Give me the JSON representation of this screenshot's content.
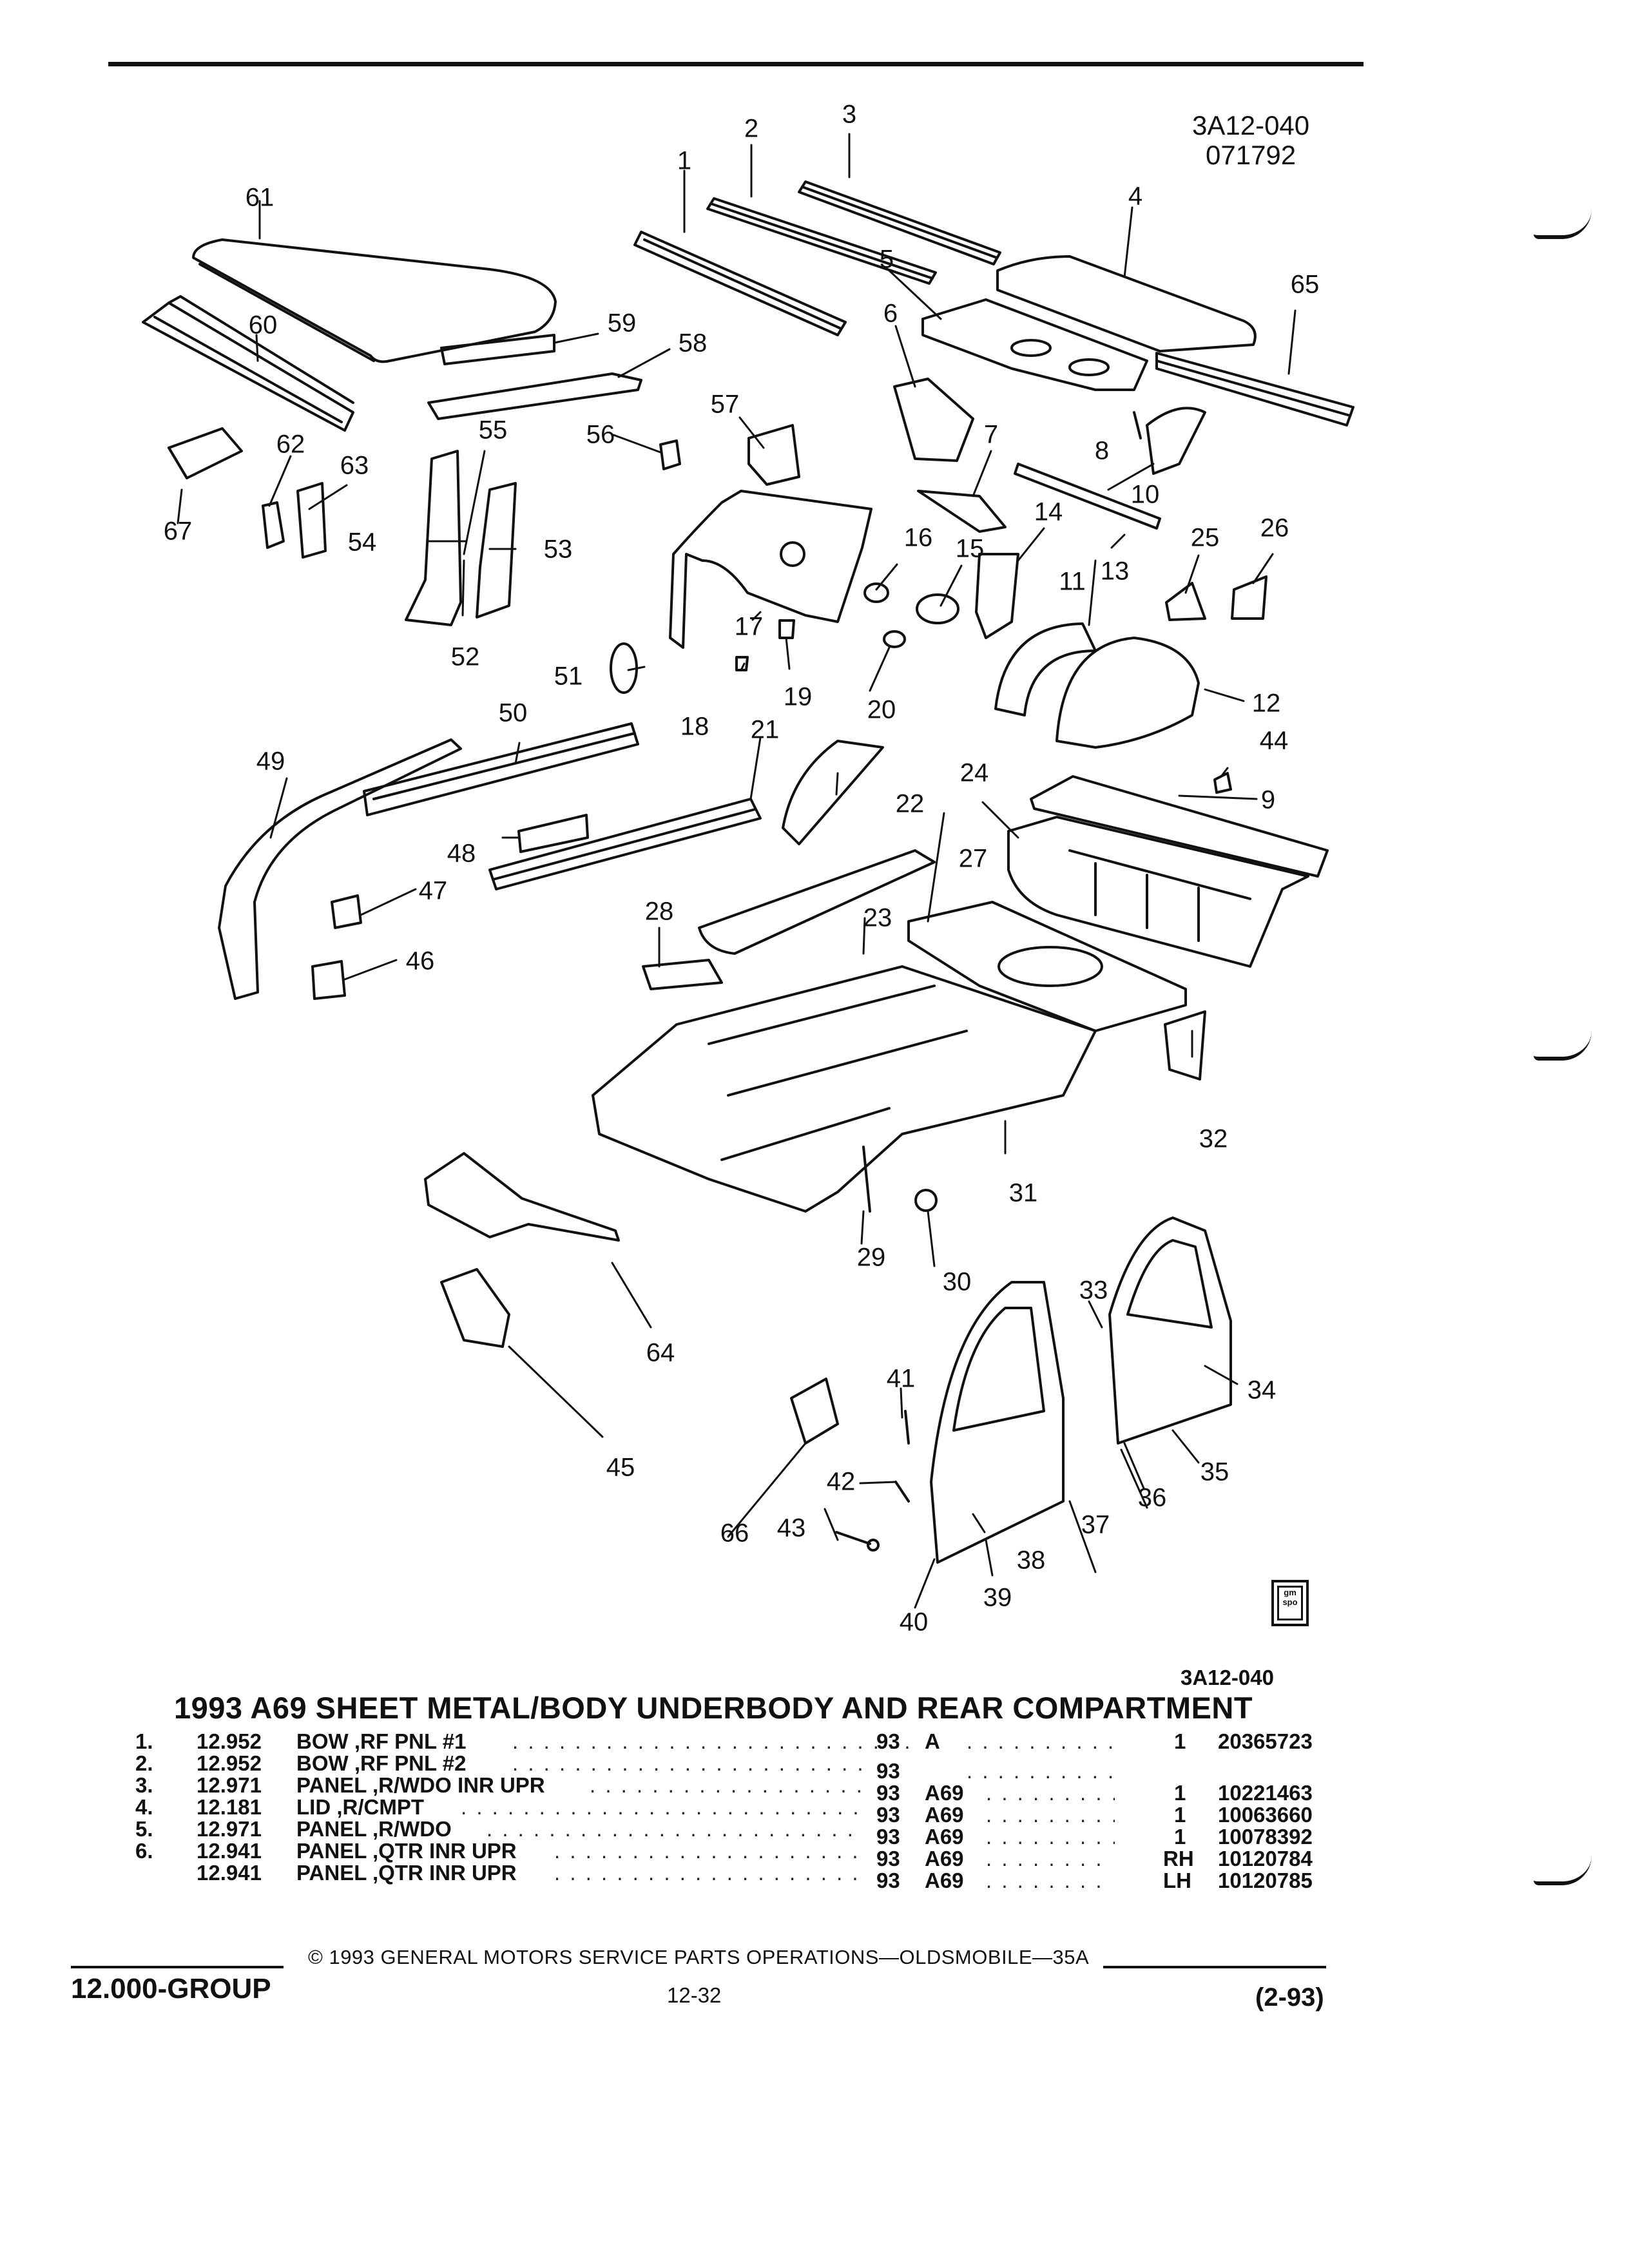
{
  "header": {
    "figure_code": "3A12-040",
    "figure_date": "071792"
  },
  "callouts": [
    "1",
    "2",
    "3",
    "4",
    "5",
    "6",
    "7",
    "8",
    "9",
    "10",
    "11",
    "12",
    "13",
    "14",
    "15",
    "16",
    "17",
    "18",
    "19",
    "20",
    "21",
    "22",
    "23",
    "24",
    "25",
    "26",
    "27",
    "28",
    "29",
    "30",
    "31",
    "32",
    "33",
    "34",
    "35",
    "36",
    "37",
    "38",
    "39",
    "40",
    "41",
    "42",
    "43",
    "44",
    "45",
    "46",
    "47",
    "48",
    "49",
    "50",
    "51",
    "52",
    "53",
    "54",
    "55",
    "56",
    "57",
    "58",
    "59",
    "60",
    "61",
    "62",
    "63",
    "64",
    "65",
    "66",
    "67"
  ],
  "gm_badge": {
    "line1": "gm",
    "line2": "spo"
  },
  "figure_ref": "3A12-040",
  "title": "1993 A69 SHEET METAL/BODY UNDERBODY AND REAR COMPARTMENT",
  "parts": [
    {
      "num": "1.",
      "group": "12.952",
      "desc": "BOW ,RF PNL #1",
      "year": "93",
      "model": "A",
      "qty": "1",
      "part_no": "20365723"
    },
    {
      "num": "2.",
      "group": "12.952",
      "desc": "BOW ,RF PNL #2",
      "year": "93",
      "model": "",
      "qty": "",
      "part_no": ""
    },
    {
      "num": "3.",
      "group": "12.971",
      "desc": "PANEL ,R/WDO INR UPR",
      "year": "93",
      "model": "A69",
      "qty": "1",
      "part_no": "10221463"
    },
    {
      "num": "4.",
      "group": "12.181",
      "desc": "LID ,R/CMPT",
      "year": "93",
      "model": "A69",
      "qty": "1",
      "part_no": "10063660"
    },
    {
      "num": "5.",
      "group": "12.971",
      "desc": "PANEL ,R/WDO",
      "year": "93",
      "model": "A69",
      "qty": "1",
      "part_no": "10078392"
    },
    {
      "num": "6.",
      "group": "12.941",
      "desc": "PANEL ,QTR INR UPR",
      "year": "93",
      "model": "A69",
      "qty": "RH",
      "part_no": "10120784"
    },
    {
      "num": "",
      "group": "12.941",
      "desc": "PANEL ,QTR INR UPR",
      "year": "93",
      "model": "A69",
      "qty": "LH",
      "part_no": "10120785"
    }
  ],
  "footer": {
    "copyright": "© 1993 GENERAL MOTORS SERVICE PARTS OPERATIONS—OLDSMOBILE—35A",
    "group": "12.000-GROUP",
    "page": "12-32",
    "date_code": "(2-93)"
  }
}
